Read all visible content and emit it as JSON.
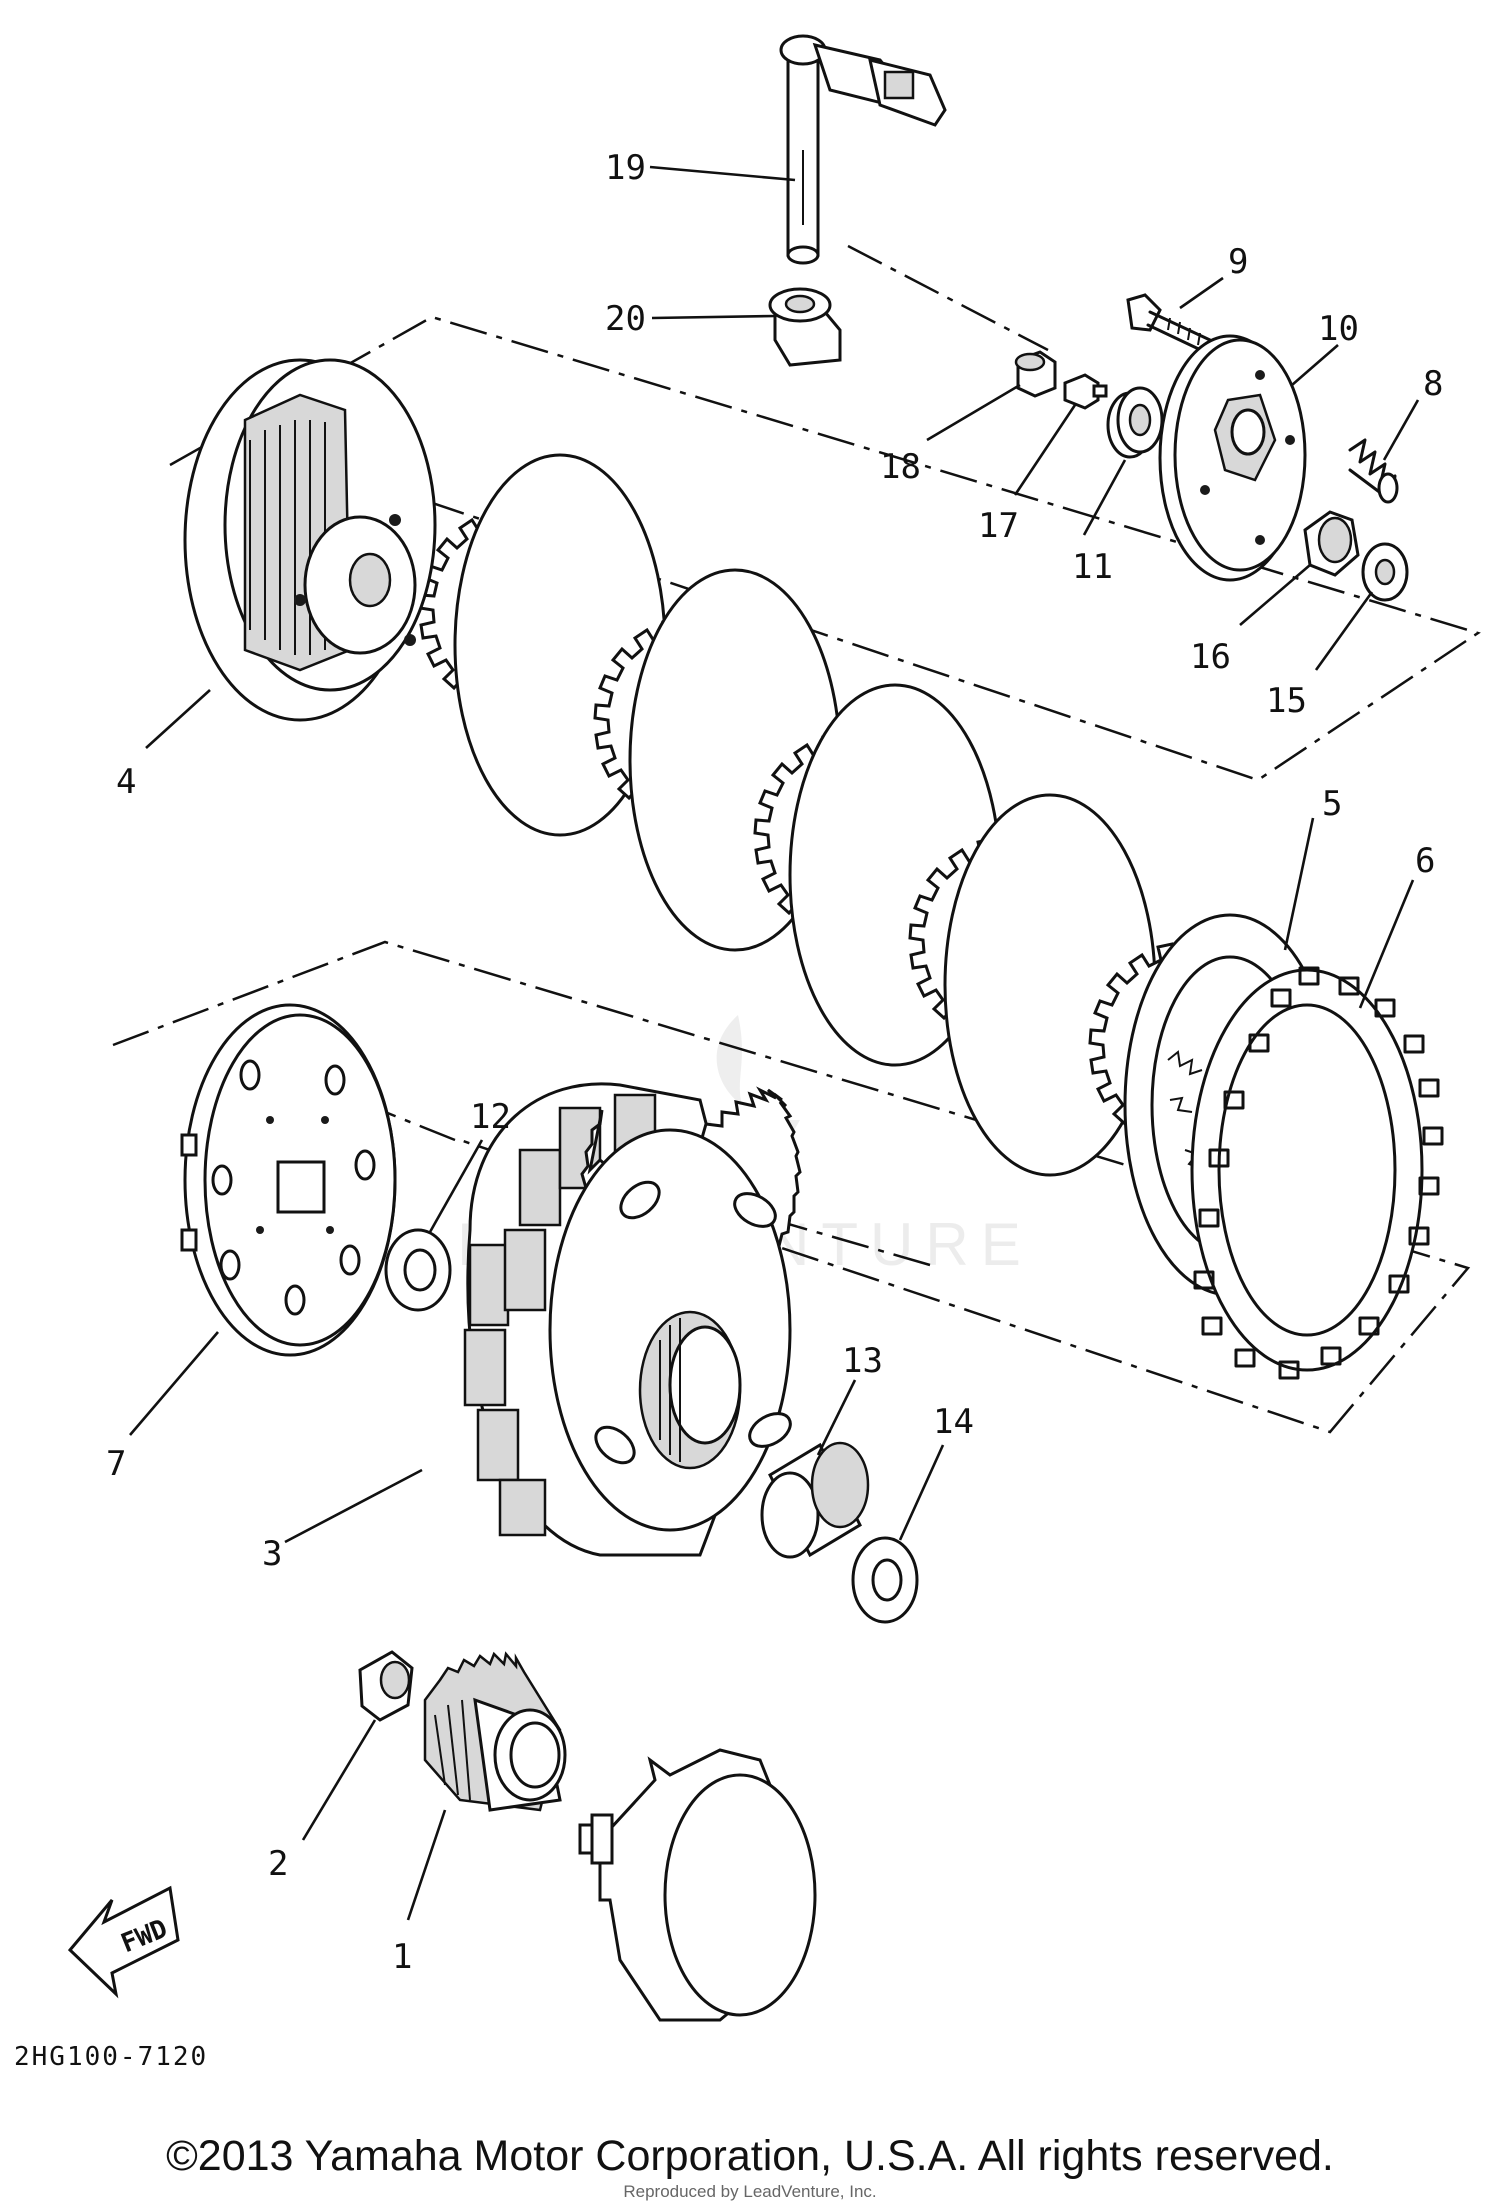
{
  "diagram": {
    "diagram_code": "2HG100-7120",
    "copyright": "©2013 Yamaha Motor Corporation, U.S.A. All rights reserved.",
    "reproduced_note": "Reproduced by LeadVenture, Inc.",
    "watermark": "LEADVENTURE",
    "direction_label": "FWD",
    "callouts": [
      "1",
      "2",
      "3",
      "4",
      "5",
      "6",
      "7",
      "8",
      "9",
      "10",
      "11",
      "12",
      "13",
      "14",
      "15",
      "16",
      "17",
      "18",
      "19",
      "20"
    ]
  }
}
